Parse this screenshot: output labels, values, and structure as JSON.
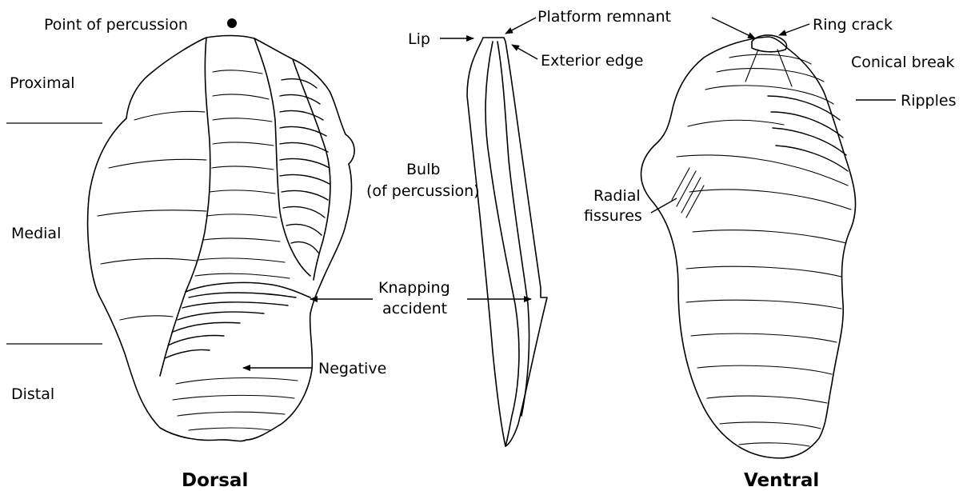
{
  "labels": {
    "point_of_percussion": "Point of percussion",
    "proximal": "Proximal",
    "medial": "Medial",
    "distal": "Distal",
    "lip": "Lip",
    "platform_remnant": "Platform remnant",
    "exterior_edge": "Exterior edge",
    "bulb_line1": "Bulb",
    "bulb_line2": "(of percussion)",
    "knapping_line1": "Knapping",
    "knapping_line2": "accident",
    "negative": "Negative",
    "ring_crack": "Ring crack",
    "conical_break": "Conical break",
    "ripples": "Ripples",
    "radial_line1": "Radial",
    "radial_line2": "fissures"
  },
  "titles": {
    "dorsal": "Dorsal",
    "ventral": "Ventral"
  }
}
